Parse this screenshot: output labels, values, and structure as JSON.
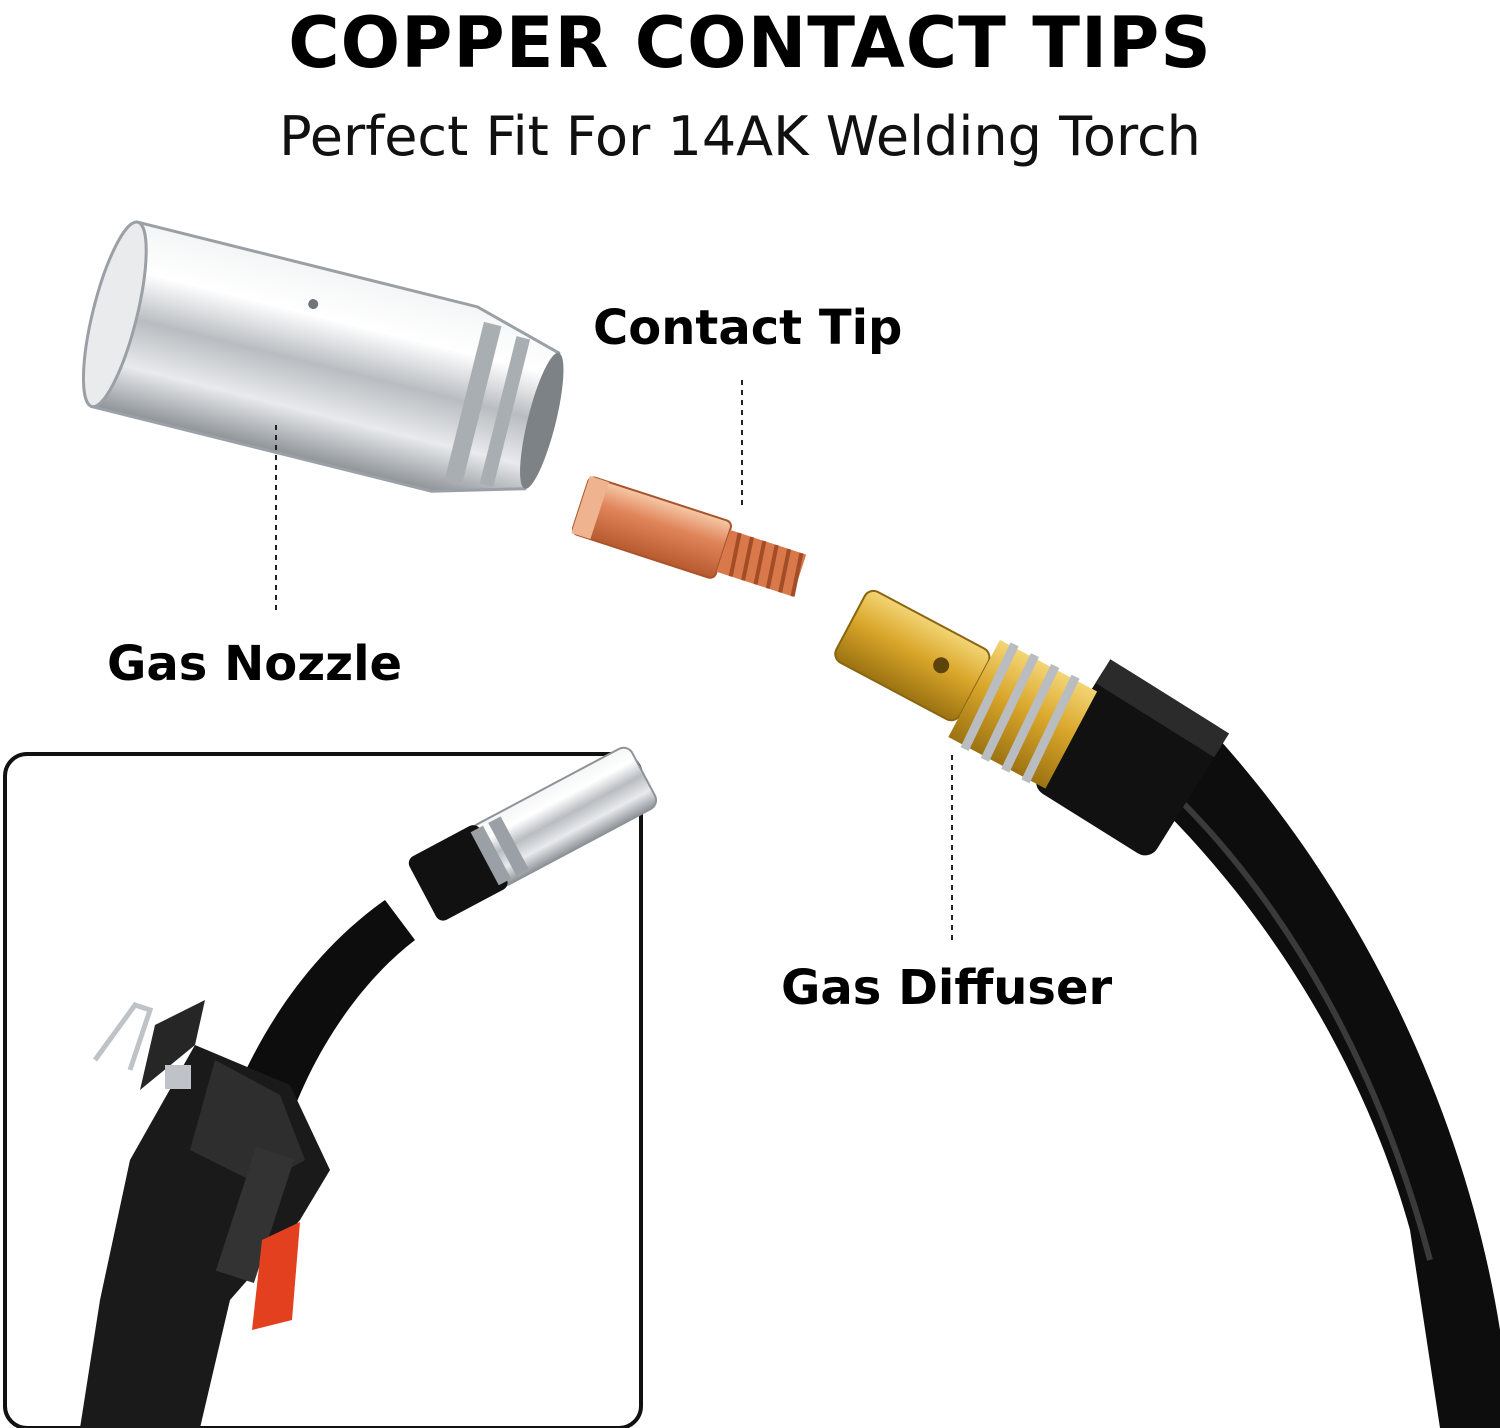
{
  "header": {
    "title": "COPPER CONTACT TIPS",
    "subtitle": "Perfect Fit For 14AK Welding Torch"
  },
  "labels": {
    "contact_tip": "Contact Tip",
    "gas_nozzle": "Gas Nozzle",
    "gas_diffuser": "Gas Diffuser"
  },
  "colors": {
    "copper": "#e0845a",
    "brass": "#d9a62a",
    "chrome": "#cfd3d6",
    "cable": "#0d0d0d",
    "trigger": "#e2401e"
  }
}
